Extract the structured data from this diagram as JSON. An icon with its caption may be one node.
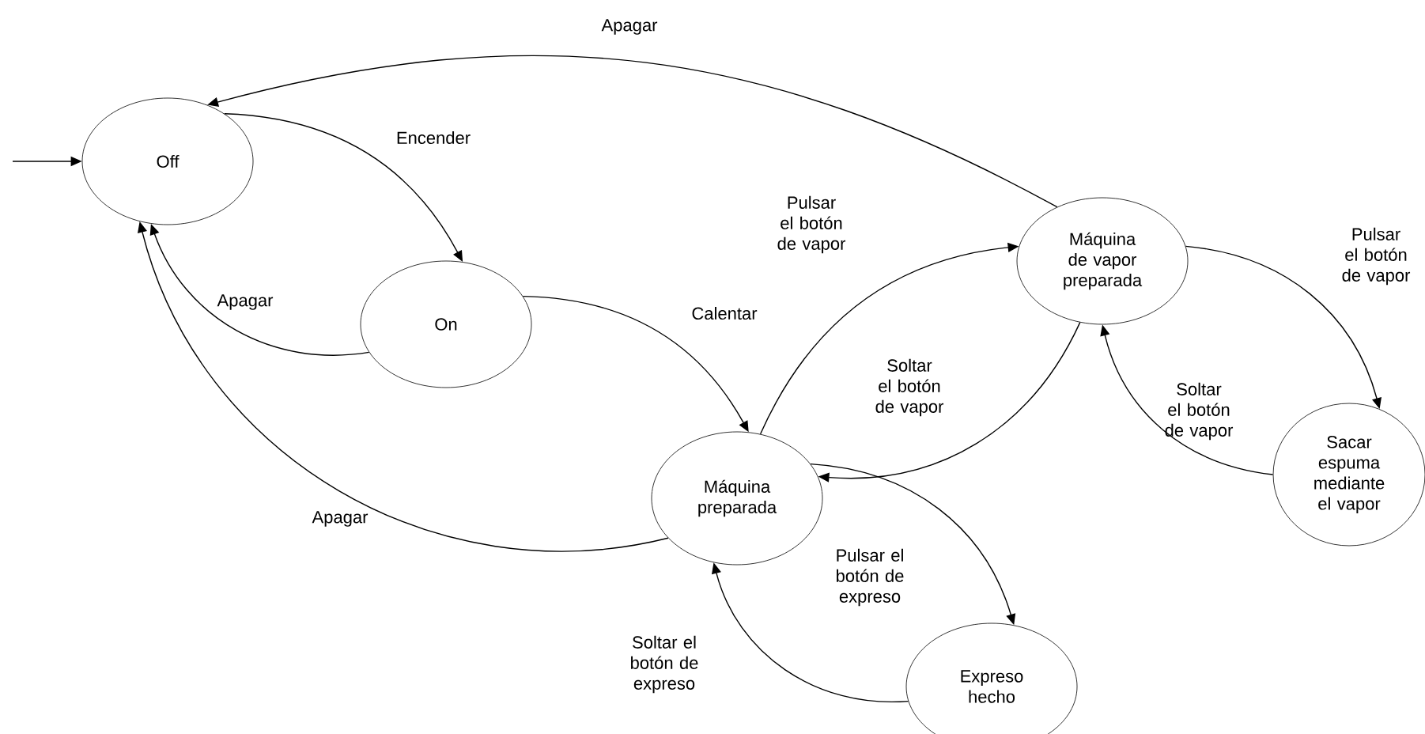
{
  "diagram": {
    "nodes": [
      {
        "text": [
          "Off"
        ]
      },
      {
        "text": [
          "On"
        ]
      },
      {
        "text": [
          "Máquina preparada"
        ]
      },
      {
        "text": [
          "Máquina de vapor preparada"
        ]
      },
      {
        "text": [
          "Sacar espuma mediante el vapor"
        ]
      },
      {
        "text": [
          "Expreso hecho"
        ]
      }
    ],
    "edges": [
      {
        "from": null,
        "to": 0,
        "arrow": "to"
      },
      {
        "from": 0,
        "to": 1,
        "arrow": "to",
        "label": "Encender"
      },
      {
        "from": 1,
        "to": 0,
        "arrow": "to",
        "label": "Apagar"
      },
      {
        "from": 1,
        "to": 2,
        "arrow": "to",
        "label": "Calentar"
      },
      {
        "from": 3,
        "to": 0,
        "arrow": "to",
        "label": "Apagar"
      },
      {
        "from": 2,
        "to": 3,
        "arrow": "to",
        "label": "Pulsar el botón de vapor"
      },
      {
        "from": 3,
        "to": 2,
        "arrow": "to",
        "label": "Soltar el botón de vapor"
      },
      {
        "from": 3,
        "to": 4,
        "arrow": "to",
        "label": "Pulsar el botón de vapor"
      },
      {
        "from": 4,
        "to": 3,
        "arrow": "to",
        "label": "Soltar el botón de vapor"
      },
      {
        "from": 2,
        "to": 5,
        "arrow": "to",
        "label": "Pulsar el botón de expreso"
      },
      {
        "from": 5,
        "to": 2,
        "arrow": "to",
        "label": "Soltar el botón de expreso"
      },
      {
        "from": 2,
        "to": 0,
        "arrow": "to",
        "label": "Apagar"
      }
    ]
  }
}
